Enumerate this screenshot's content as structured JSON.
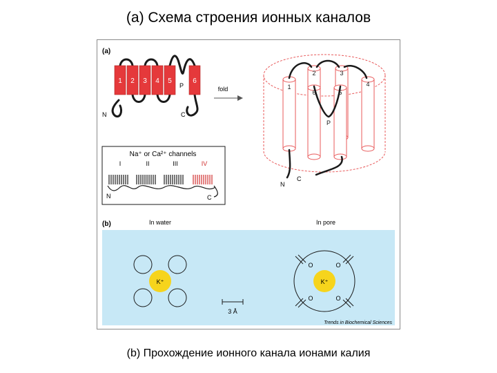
{
  "slide": {
    "title": "(а) Схема строения ионных каналов",
    "caption": "(b) Прохождение ионного канала ионами калия"
  },
  "panel_a": {
    "label": "(a)",
    "segments": [
      "1",
      "2",
      "3",
      "4",
      "5",
      "6"
    ],
    "pore_loop": "P",
    "n_term": "N",
    "c_term": "C",
    "arrow_label": "fold",
    "barrel_segments": [
      "1",
      "2",
      "3",
      "4",
      "5",
      "6"
    ],
    "barrel_pore": "P",
    "barrel_n": "N",
    "barrel_c": "C",
    "inset_title": "Na⁺ or Ca²⁺ channels",
    "domains": [
      "I",
      "II",
      "III",
      "IV"
    ],
    "inset_n": "N",
    "inset_c": "C"
  },
  "panel_b": {
    "label": "(b)",
    "water_label": "In water",
    "pore_label": "In pore",
    "ion_water": "K⁺",
    "ion_pore": "K⁺",
    "oxygen": [
      "O",
      "O",
      "O",
      "O"
    ],
    "scale_label": "3 Å",
    "credit": "Trends in Biochemical Sciences"
  },
  "colors": {
    "helix_red": "#e5393b",
    "barrel_outline": "#e8595a",
    "water_bg": "#c7e8f6",
    "ion_yellow": "#f6d41c",
    "frame_gray": "#8a8a8a"
  }
}
